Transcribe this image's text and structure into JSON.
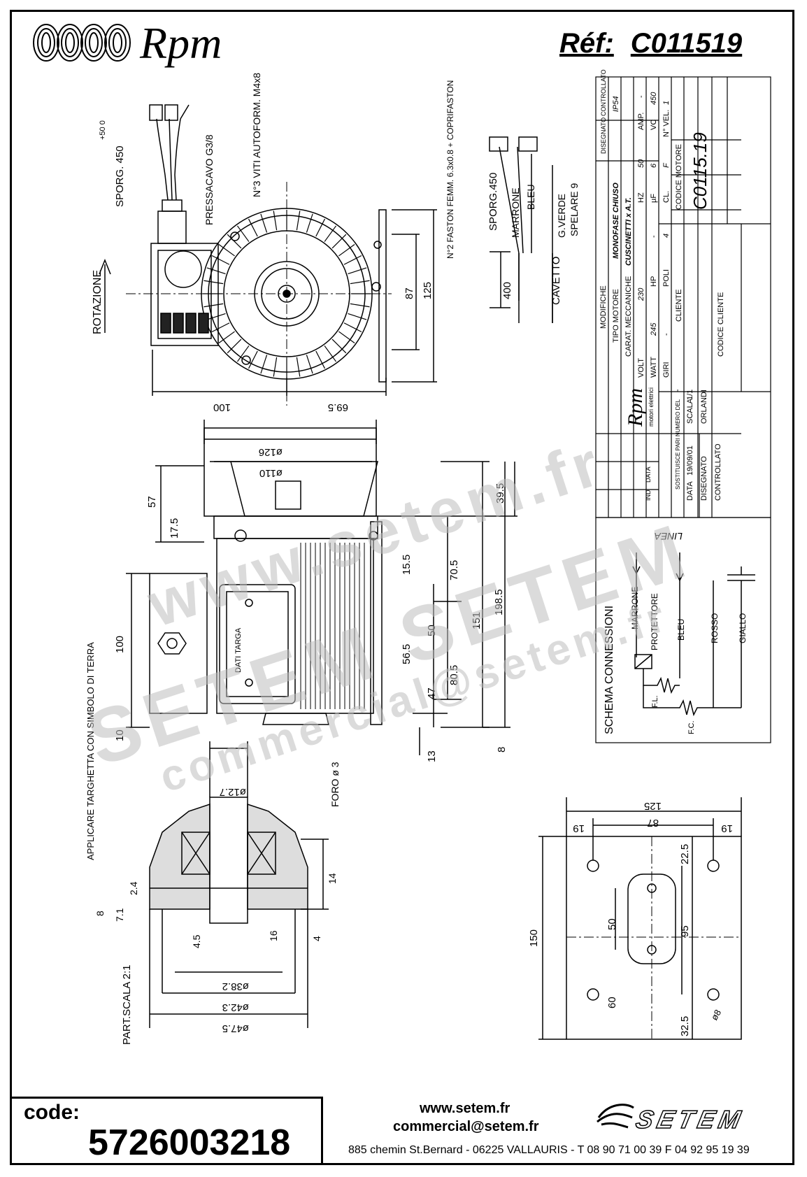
{
  "header": {
    "brand": "Rpm",
    "ref_label": "Réf:",
    "ref_value": "C011519"
  },
  "labels": {
    "sporg_left": "SPORG. 450",
    "tol_sporg_left": "+50 0",
    "pressacavo": "PRESSACAVO G3/8",
    "viti": "N°3 VITI AUTOFORM. M4x8",
    "faston": "N°2 FASTON FEMM. 6.3x0.8 + COPRIFASTON",
    "sporg_right": "SPORG.450",
    "marrone": "MARRONE",
    "bleu": "BLEU",
    "g_verde": "G.VERDE",
    "spelare": "SPELARE 9",
    "cavetto": "CAVETTO",
    "rotazione": "ROTAZIONE",
    "dati_targa": "DATI TARGA",
    "applicare": "APPLICARE TARGHETTA CON SIMBOLO DI TERRA",
    "foro": "FORO ø 3",
    "part_scala": "PART.SCALA 2:1",
    "schema": "SCHEMA CONNESSIONI",
    "linea": "LINEA",
    "protettore": "PROTETTORE",
    "rosso": "ROSSO",
    "giallo": "GIALLO",
    "fl": "F.L.",
    "fc": "F.C."
  },
  "dimensions": {
    "d100": "100",
    "d69_5": "69.5",
    "d87": "87",
    "d125": "125",
    "d400": "400",
    "d126": "ø126",
    "d110": "ø110",
    "d57": "57",
    "d17_5": "17.5",
    "d39_5": "39.5",
    "d70_5": "70.5",
    "d15_5": "15.5",
    "d50": "50",
    "d56_5": "56.5",
    "d80_5": "80.5",
    "d47": "47",
    "d13": "13",
    "d8": "8",
    "d10": "10",
    "d151": "151",
    "d198_5": "198.5",
    "d100b": "100",
    "d12_7": "ø12.7",
    "d38_2": "ø38.2",
    "d42_3": "ø42.3",
    "d47_5": "ø47.5",
    "d2_4": "2.4",
    "d7_1": "7.1",
    "d8b": "8",
    "d4_5": "4.5",
    "d14": "14",
    "d16": "16",
    "d4": "4",
    "p125": "125",
    "p19a": "19",
    "p87": "87",
    "p19b": "19",
    "p150": "150",
    "p22_5": "22.5",
    "p50": "50",
    "p95": "95",
    "p60": "60",
    "p32_5": "32.5",
    "p8": "ø8"
  },
  "title_block": {
    "modifiche": "MODIFICHE",
    "disegnato_col": "DISEGNATO",
    "controllato_col": "CONTROLLATO",
    "tipo_motore_label": "TIPO MOTORE",
    "tipo_motore": "MONOFASE CHIUSO",
    "ip": "IP54",
    "carat_label": "CARAT. MECCANICHE",
    "carat": "CUSCINETTI x A.T.",
    "volt_label": "VOLT",
    "volt": "230",
    "hz_label": "HZ",
    "hz": "50",
    "amp_label": "AMP.",
    "amp": "-",
    "watt_label": "WATT",
    "watt": "245",
    "hp_label": "HP",
    "hp": "-",
    "uf_label": "µF",
    "uf": "6",
    "vc_label": "VC",
    "vc": "450",
    "giri_label": "GIRI",
    "giri": "-",
    "poli_label": "POLI",
    "poli": "4",
    "cl_label": "CL.",
    "cl": "F",
    "nvel_label": "N° VEL.",
    "nvel": "1",
    "cliente_label": "CLIENTE",
    "codice_motore_label": "CODICE MOTORE",
    "codice_motore": "C0115.19",
    "codice_cliente_label": "CODICE CLIENTE",
    "brand": "Rpm",
    "brand_sub": "motori elettrici",
    "sostituisce": "SOSTITUISCE PARI NUMERO DEL",
    "sostituisce_val": "-",
    "data_label": "DATA",
    "data": "19/09/01",
    "scala_label": "SCALA",
    "scala": "1/1",
    "disegnato_label": "DISEGNATO",
    "disegnato": "ORLANDI",
    "controllato_label": "CONTROLLATO",
    "ind": "IND",
    "data_col": "DATA"
  },
  "watermark": {
    "line1": "SETEM SETEM",
    "line2": "www.setem.fr",
    "line3": "commercial@setem.fr"
  },
  "footer": {
    "code_label": "code:",
    "code_value": "5726003218",
    "web": "www.setem.fr",
    "email": "commercial@setem.fr",
    "address": "885 chemin St.Bernard  -  06225 VALLAURIS  -  T 08 90 71 00 39   F 04 92 95 19 39",
    "logo": "SETEM"
  }
}
